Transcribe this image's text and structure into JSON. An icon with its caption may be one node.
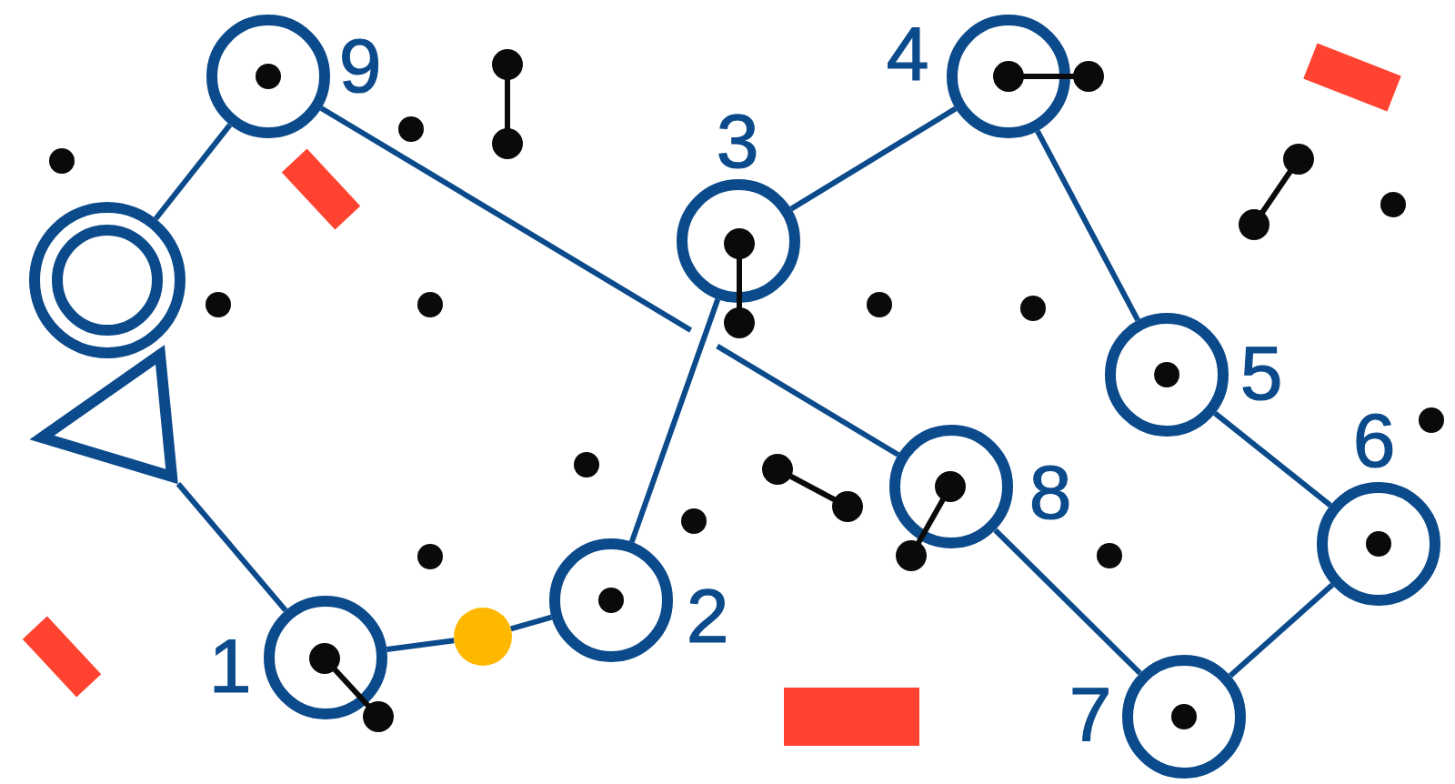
{
  "diagram": {
    "nodes": [
      {
        "text": [],
        "shape": "circle",
        "beside": [
          "9"
        ]
      },
      {
        "text": [],
        "shape": "circle",
        "beside": [
          "4"
        ]
      },
      {
        "text": [],
        "shape": "circle"
      },
      {
        "text": [],
        "shape": "circle",
        "beside": [
          "3"
        ]
      },
      {
        "text": [],
        "shape": "circle",
        "beside": [
          "5"
        ]
      },
      {
        "text": [],
        "shape": "triangle"
      },
      {
        "text": [],
        "shape": "circle",
        "beside": [
          "8"
        ]
      },
      {
        "text": [],
        "shape": "circle",
        "beside": [
          "6"
        ]
      },
      {
        "text": [],
        "shape": "circle",
        "beside": [
          "1"
        ]
      },
      {
        "text": [],
        "shape": "circle"
      },
      {
        "text": [],
        "shape": "circle",
        "beside": [
          "2"
        ]
      },
      {
        "text": [],
        "shape": "circle",
        "beside": [
          "7"
        ]
      }
    ],
    "edges": [
      {
        "from": 5,
        "to": 8,
        "arrow": "none"
      },
      {
        "from": 8,
        "to": 9,
        "arrow": "none"
      },
      {
        "from": 9,
        "to": 10,
        "arrow": "none"
      },
      {
        "from": 10,
        "to": 3,
        "arrow": "none"
      },
      {
        "from": 3,
        "to": 1,
        "arrow": "none"
      },
      {
        "from": 1,
        "to": 4,
        "arrow": "none"
      },
      {
        "from": 4,
        "to": 7,
        "arrow": "none"
      },
      {
        "from": 7,
        "to": 11,
        "arrow": "none"
      },
      {
        "from": 11,
        "to": 6,
        "arrow": "none"
      },
      {
        "from": 6,
        "to": 0,
        "arrow": "none"
      },
      {
        "from": 0,
        "to": 2,
        "arrow": "none"
      }
    ]
  }
}
